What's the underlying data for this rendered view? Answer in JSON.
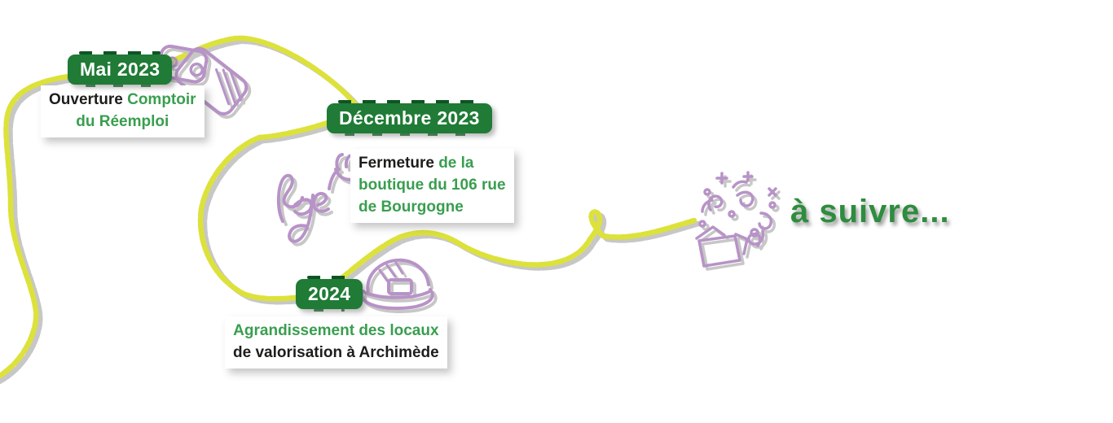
{
  "palette": {
    "badge_green": "#1f7b36",
    "badge_dash_green": "#0f5424",
    "text_green": "#399e4f",
    "text_dark": "#1d1d1b",
    "path_yellow": "#dce23a",
    "doodle_purple": "#b793c7",
    "shadow_grey": "#c7c7c7",
    "ending_green": "#2e8c3e"
  },
  "timeline": {
    "milestones": [
      {
        "badge": "Mai 2023",
        "doodle": "price-tags",
        "lines": [
          [
            {
              "text": "Ouverture ",
              "style": "dark"
            },
            {
              "text": "Comptoir",
              "style": "green"
            }
          ],
          [
            {
              "text": "du Réemploi",
              "style": "green"
            }
          ]
        ]
      },
      {
        "badge": "Décembre 2023",
        "doodle": "bye-waving-hand",
        "lines": [
          [
            {
              "text": "Fermeture ",
              "style": "dark"
            },
            {
              "text": "de la",
              "style": "green"
            }
          ],
          [
            {
              "text": "boutique du 106 rue",
              "style": "green"
            }
          ],
          [
            {
              "text": "de Bourgogne",
              "style": "green"
            }
          ]
        ]
      },
      {
        "badge": "2024",
        "doodle": "hard-hat",
        "lines": [
          [
            {
              "text": "Agrandissement des locaux",
              "style": "green"
            }
          ],
          [
            {
              "text": "de valorisation à Archimède",
              "style": "dark"
            }
          ]
        ]
      }
    ],
    "ending": {
      "label": "à suivre...",
      "doodle": "celebration-confetti"
    }
  }
}
